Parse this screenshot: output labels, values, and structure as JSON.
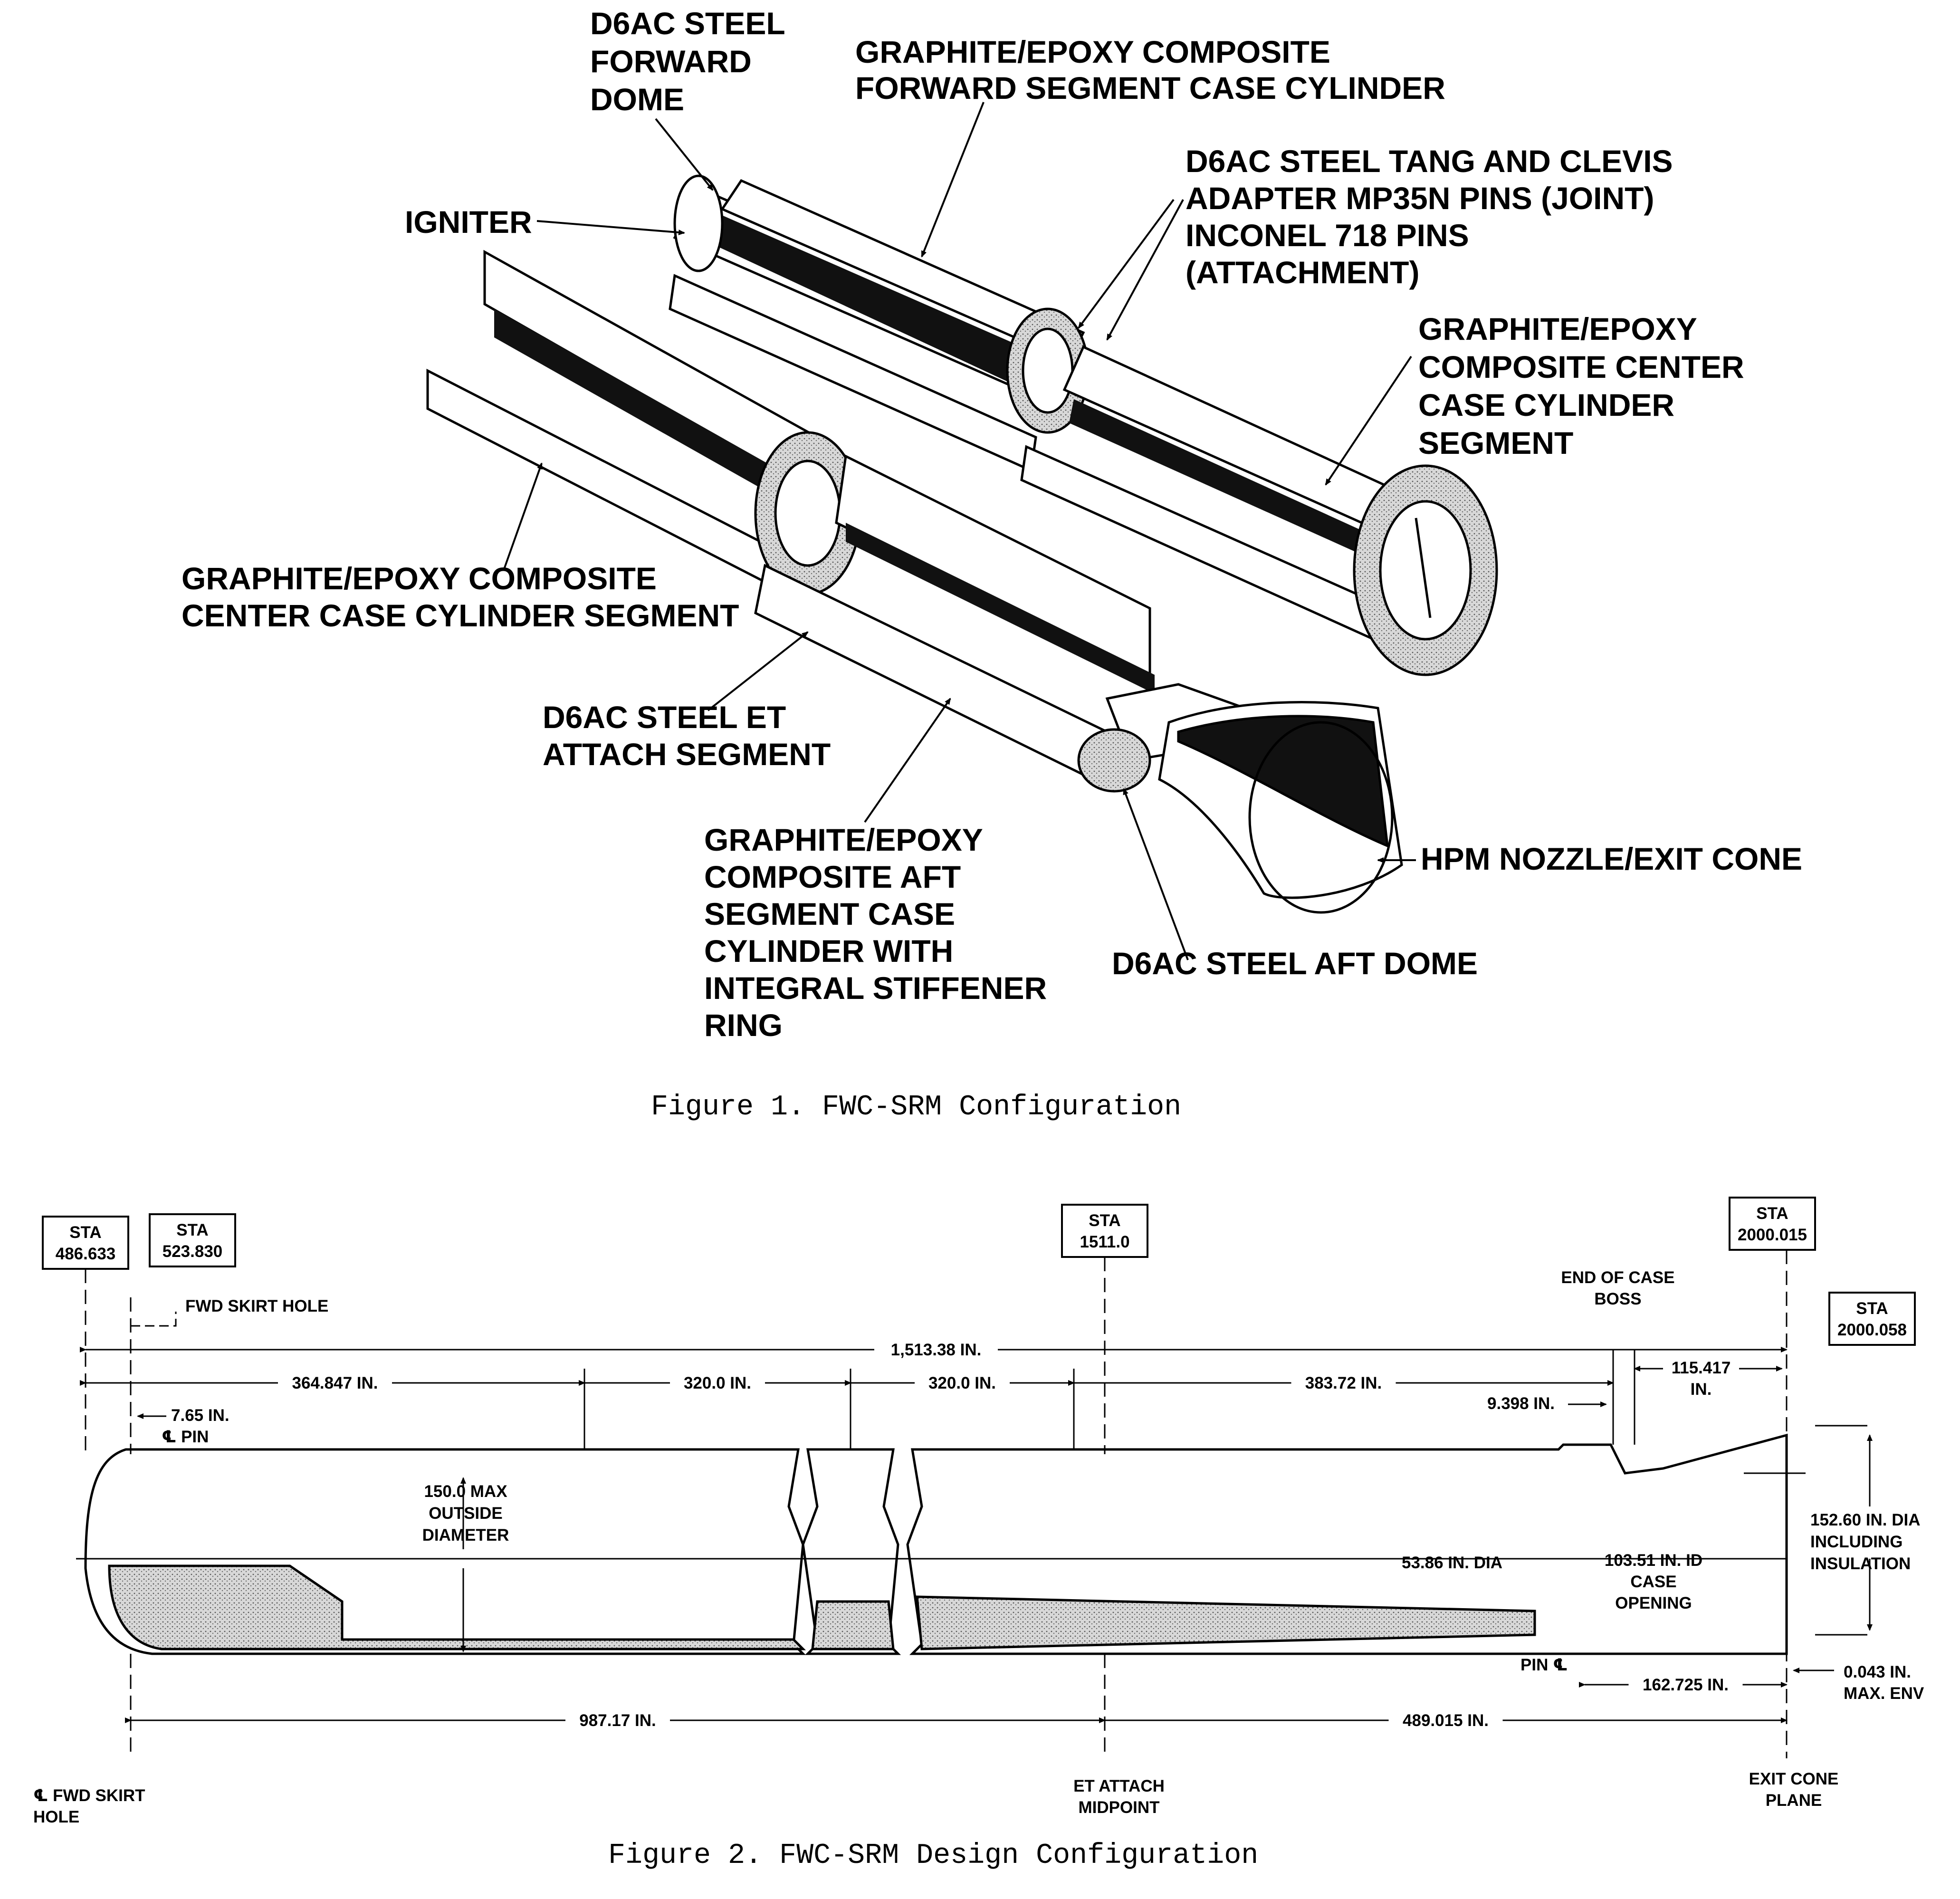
{
  "figure1": {
    "caption": "Figure 1.  FWC-SRM Configuration",
    "labels": {
      "fwd_dome": [
        "D6AC STEEL",
        "FORWARD",
        "DOME"
      ],
      "fwd_segment": [
        "GRAPHITE/EPOXY COMPOSITE",
        "FORWARD SEGMENT CASE CYLINDER"
      ],
      "igniter": [
        "IGNITER"
      ],
      "tang_clevis": [
        "D6AC STEEL TANG AND CLEVIS",
        "ADAPTER MP35N PINS (JOINT)",
        "INCONEL 718 PINS",
        "(ATTACHMENT)"
      ],
      "center_right": [
        "GRAPHITE/EPOXY",
        "COMPOSITE CENTER",
        "CASE CYLINDER",
        "SEGMENT"
      ],
      "center_left": [
        "GRAPHITE/EPOXY COMPOSITE",
        "CENTER CASE CYLINDER SEGMENT"
      ],
      "et_attach": [
        "D6AC STEEL ET",
        "ATTACH SEGMENT"
      ],
      "aft_segment": [
        "GRAPHITE/EPOXY",
        "COMPOSITE AFT",
        "SEGMENT CASE",
        "CYLINDER WITH",
        "INTEGRAL STIFFENER",
        "RING"
      ],
      "aft_dome": [
        "D6AC STEEL AFT DOME"
      ],
      "nozzle": [
        "HPM NOZZLE/EXIT CONE"
      ]
    }
  },
  "figure2": {
    "caption": "Figure 2.  FWC-SRM Design Configuration",
    "stations": {
      "s1": [
        "STA",
        "486.633"
      ],
      "s2": [
        "STA",
        "523.830"
      ],
      "s3": [
        "STA",
        "1511.0"
      ],
      "s4": [
        "STA",
        "2000.015"
      ],
      "s5": [
        "STA",
        "2000.058"
      ]
    },
    "notes": {
      "fwd_skirt_top": "FWD SKIRT HOLE",
      "fwd_skirt_bottom": [
        "FWD SKIRT",
        "HOLE"
      ],
      "pin_left": "PIN",
      "pin_right": "PIN",
      "cl_symbol": "℄",
      "end_case_boss": [
        "END OF CASE",
        "BOSS"
      ],
      "max_dia": [
        "150.0 MAX",
        "OUTSIDE",
        "DIAMETER"
      ],
      "dia_152": [
        "152.60 IN. DIA",
        "INCLUDING",
        "INSULATION"
      ],
      "dia_53": "53.86 IN. DIA",
      "case_opening": [
        "103.51 IN. ID",
        "CASE",
        "OPENING"
      ],
      "max_env": [
        "0.043 IN.",
        "MAX. ENV"
      ],
      "et_attach": [
        "ET ATTACH",
        "MIDPOINT"
      ],
      "exit_cone": [
        "EXIT CONE",
        "PLANE"
      ]
    },
    "dimensions": {
      "total": "1,513.38 IN.",
      "d364": "364.847 IN.",
      "d320a": "320.0 IN.",
      "d320b": "320.0 IN.",
      "d383": "383.72 IN.",
      "d115": [
        "115.417",
        "IN."
      ],
      "d7": "7.65 IN.",
      "d9": "9.398 IN.",
      "d162": "162.725 IN.",
      "d987": "987.17 IN.",
      "d489": "489.015 IN."
    }
  }
}
